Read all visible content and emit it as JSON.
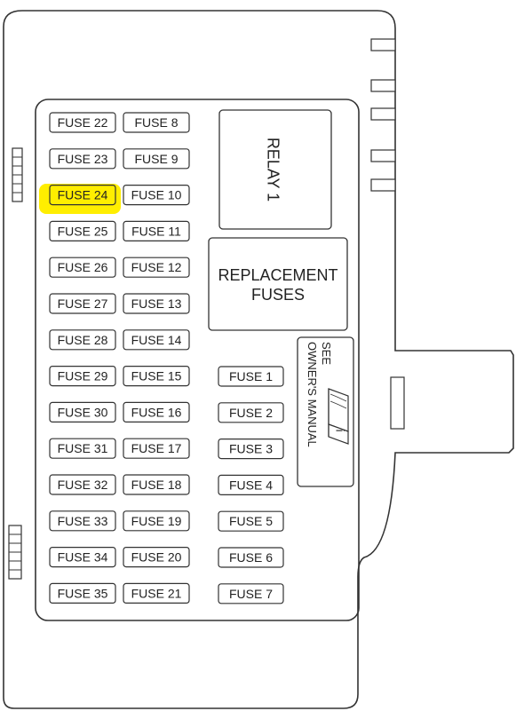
{
  "colors": {
    "stroke": "#333333",
    "highlight": "#ffee00",
    "background": "#ffffff"
  },
  "fuses": {
    "col_a": [
      "FUSE 22",
      "FUSE 23",
      "FUSE 24",
      "FUSE 25",
      "FUSE 26",
      "FUSE 27",
      "FUSE 28",
      "FUSE 29",
      "FUSE 30",
      "FUSE 31",
      "FUSE 32",
      "FUSE 33",
      "FUSE 34",
      "FUSE 35"
    ],
    "col_b": [
      "FUSE 8",
      "FUSE 9",
      "FUSE 10",
      "FUSE 11",
      "FUSE 12",
      "FUSE 13",
      "FUSE 14",
      "FUSE 15",
      "FUSE 16",
      "FUSE 17",
      "FUSE 18",
      "FUSE 19",
      "FUSE 20",
      "FUSE 21"
    ],
    "col_c": [
      "FUSE 1",
      "FUSE 2",
      "FUSE 3",
      "FUSE 4",
      "FUSE 5",
      "FUSE 6",
      "FUSE 7"
    ]
  },
  "highlighted_fuse": "FUSE 24",
  "relay": {
    "label": "RELAY 1"
  },
  "replacement": {
    "line1": "REPLACEMENT",
    "line2": "FUSES"
  },
  "manual": {
    "line1": "SEE",
    "line2": "OWNER'S MANUAL",
    "icon_letter": "i"
  }
}
